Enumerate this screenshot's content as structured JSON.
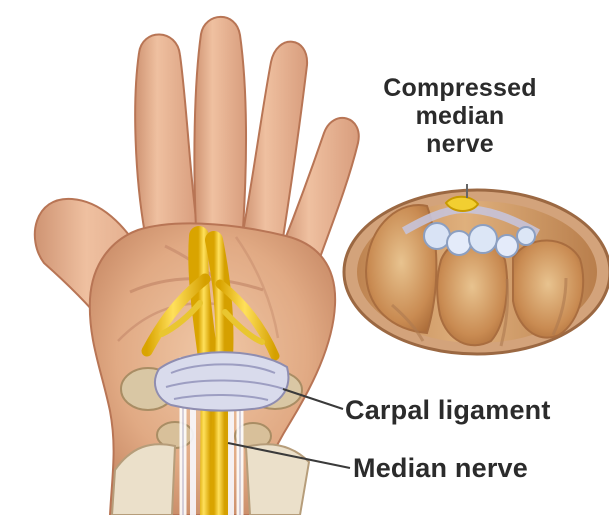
{
  "labels": {
    "compressed_median_nerve": [
      "Compressed",
      "median",
      "nerve"
    ],
    "carpal_ligament": "Carpal ligament",
    "median_nerve": "Median nerve"
  },
  "colors": {
    "skin": "#e5b38f",
    "skin_shadow": "#c98f6d",
    "nerve": "#f2d31b",
    "ligament": "#d7d9ea",
    "cross_section": "#c98b52",
    "text": "#2b2b2b"
  }
}
